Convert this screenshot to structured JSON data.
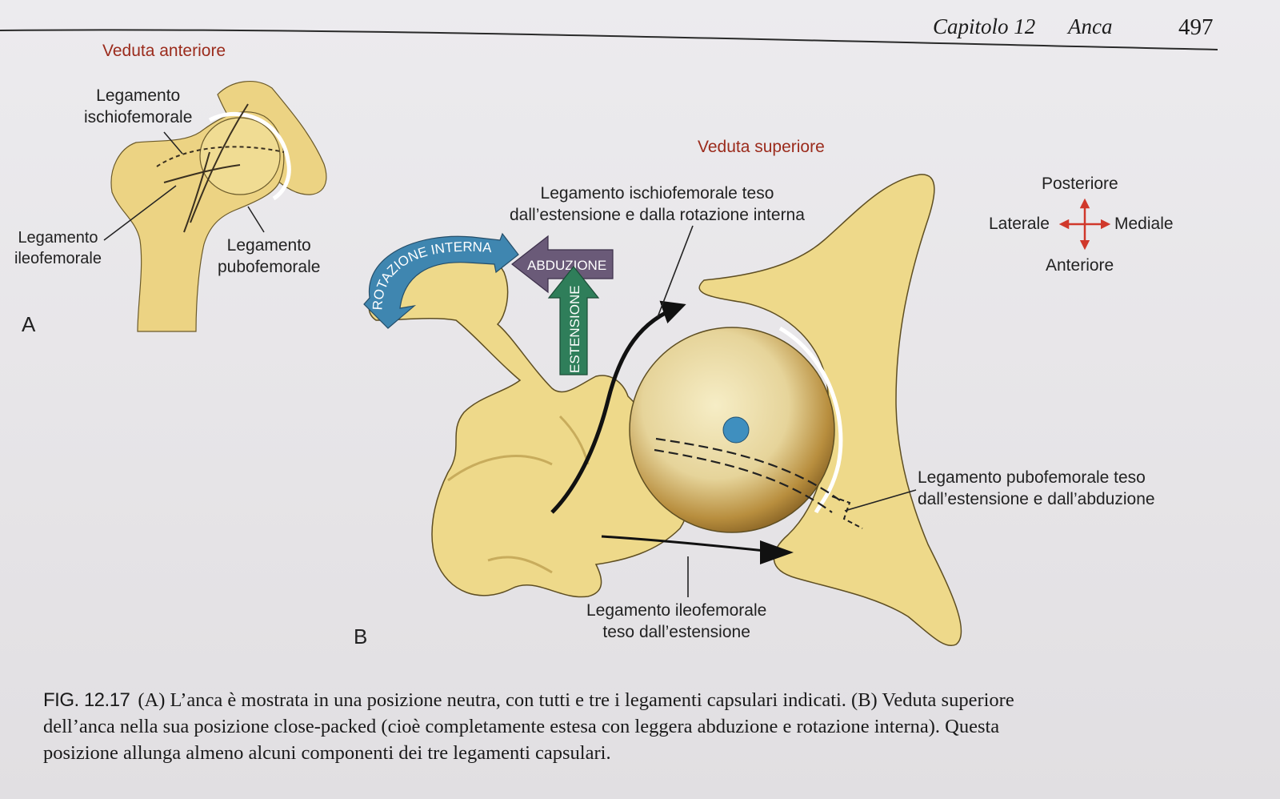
{
  "header": {
    "chapter": "Capitolo 12",
    "section": "Anca",
    "page_number": "497"
  },
  "panel_a": {
    "view_title": "Veduta anteriore",
    "ischio_label": [
      "Legamento",
      "ischiofemorale"
    ],
    "ileo_label": [
      "Legamento",
      "ileofemorale"
    ],
    "pubo_label": [
      "Legamento",
      "pubofemorale"
    ],
    "panel_letter": "A"
  },
  "panel_b": {
    "view_title": "Veduta superiore",
    "ischio_label": [
      "Legamento ischiofemorale teso",
      "dall’estensione e dalla rotazione interna"
    ],
    "pubo_label": [
      "Legamento pubofemorale teso",
      "dall’estensione e dall’abduzione"
    ],
    "ileo_label": [
      "Legamento ileofemorale",
      "teso dall’estensione"
    ],
    "arrows": {
      "rotation": "ROTAZIONE INTERNA",
      "abduction": "ABDUZIONE",
      "extension": "ESTENSIONE"
    },
    "compass": {
      "top": "Posteriore",
      "left": "Laterale",
      "right": "Mediale",
      "bottom": "Anteriore"
    },
    "panel_letter": "B",
    "colors": {
      "bone": "#eed98a",
      "rotation_arrow": "#3f86b0",
      "abduction_arrow": "#6a5a78",
      "extension_arrow": "#2f7e5a",
      "compass": "#d0382b"
    }
  },
  "caption": {
    "fig_label": "FIG. 12.17",
    "line1": "(A) L’anca è mostrata in una posizione neutra, con tutti e tre i legamenti capsulari indicati. (B) Veduta superiore",
    "line2": "dell’anca nella sua posizione close-packed (cioè completamente estesa con leggera abduzione e rotazione interna). Questa",
    "line3": "posizione allunga almeno alcuni componenti dei tre legamenti capsulari."
  }
}
